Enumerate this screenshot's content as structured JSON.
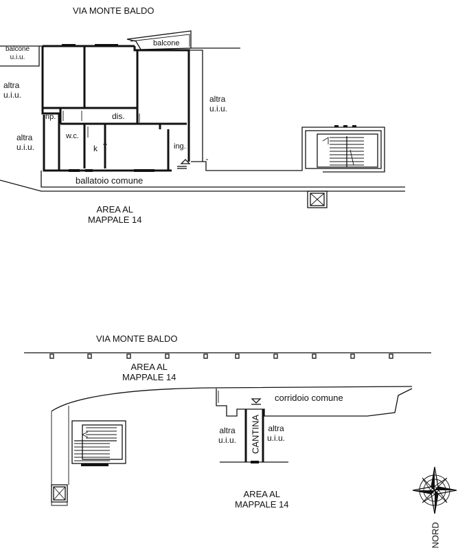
{
  "upper_floor": {
    "street": "VIA MONTE BALDO",
    "area_line1": "AREA AL",
    "area_line2": "MAPPALE 14",
    "balcone_left_line1": "balcone",
    "balcone_left_line2": "u.i.u.",
    "balcone_top": "balcone",
    "altra_left_top_line1": "altra",
    "altra_left_top_line2": "u.i.u.",
    "altra_left_bottom_line1": "altra",
    "altra_left_bottom_line2": "u.i.u.",
    "altra_right_line1": "altra",
    "altra_right_line2": "u.i.u.",
    "rip": "rip.",
    "dis": "dis.",
    "wc": "w.c.",
    "k": "k",
    "ing": "ing.",
    "ballatoio": "ballatoio comune"
  },
  "basement": {
    "street": "VIA MONTE BALDO",
    "area_top_line1": "AREA AL",
    "area_top_line2": "MAPPALE 14",
    "corridoio": "corridoio comune",
    "altra_left_line1": "altra",
    "altra_left_line2": "u.i.u.",
    "altra_right_line1": "altra",
    "altra_right_line2": "u.i.u.",
    "cantina": "CANTINA",
    "area_bottom_line1": "AREA AL",
    "area_bottom_line2": "MAPPALE 14"
  },
  "compass": {
    "label": "NORD",
    "icon": "compass-rose-icon"
  }
}
